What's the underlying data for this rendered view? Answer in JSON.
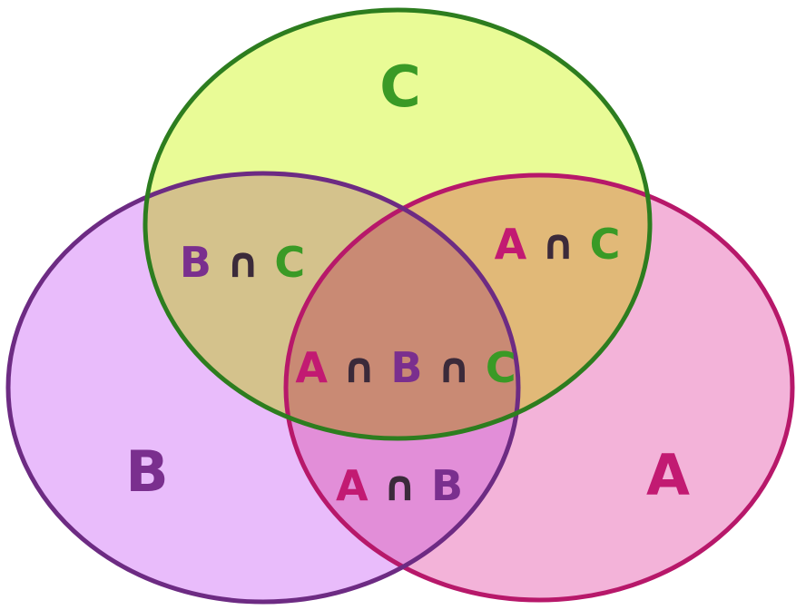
{
  "diagram": {
    "sets": {
      "a": {
        "name": "A",
        "fill": "#f3b3d9",
        "stroke": "#b7186a",
        "text": "#c21a72"
      },
      "b": {
        "name": "B",
        "fill": "#e9bcfb",
        "stroke": "#6d2b83",
        "text": "#7a2f8e"
      },
      "c": {
        "name": "C",
        "fill": "#e9fb96",
        "stroke": "#2d7d1f",
        "text": "#3a9a26"
      }
    },
    "intersection_symbol": "∩",
    "symbol_color": "#3b2a3a",
    "region_fills": {
      "ab": "#e28ed8",
      "ac": "#e1b978",
      "bc": "#d4c28c",
      "abc": "#c98a74"
    }
  }
}
